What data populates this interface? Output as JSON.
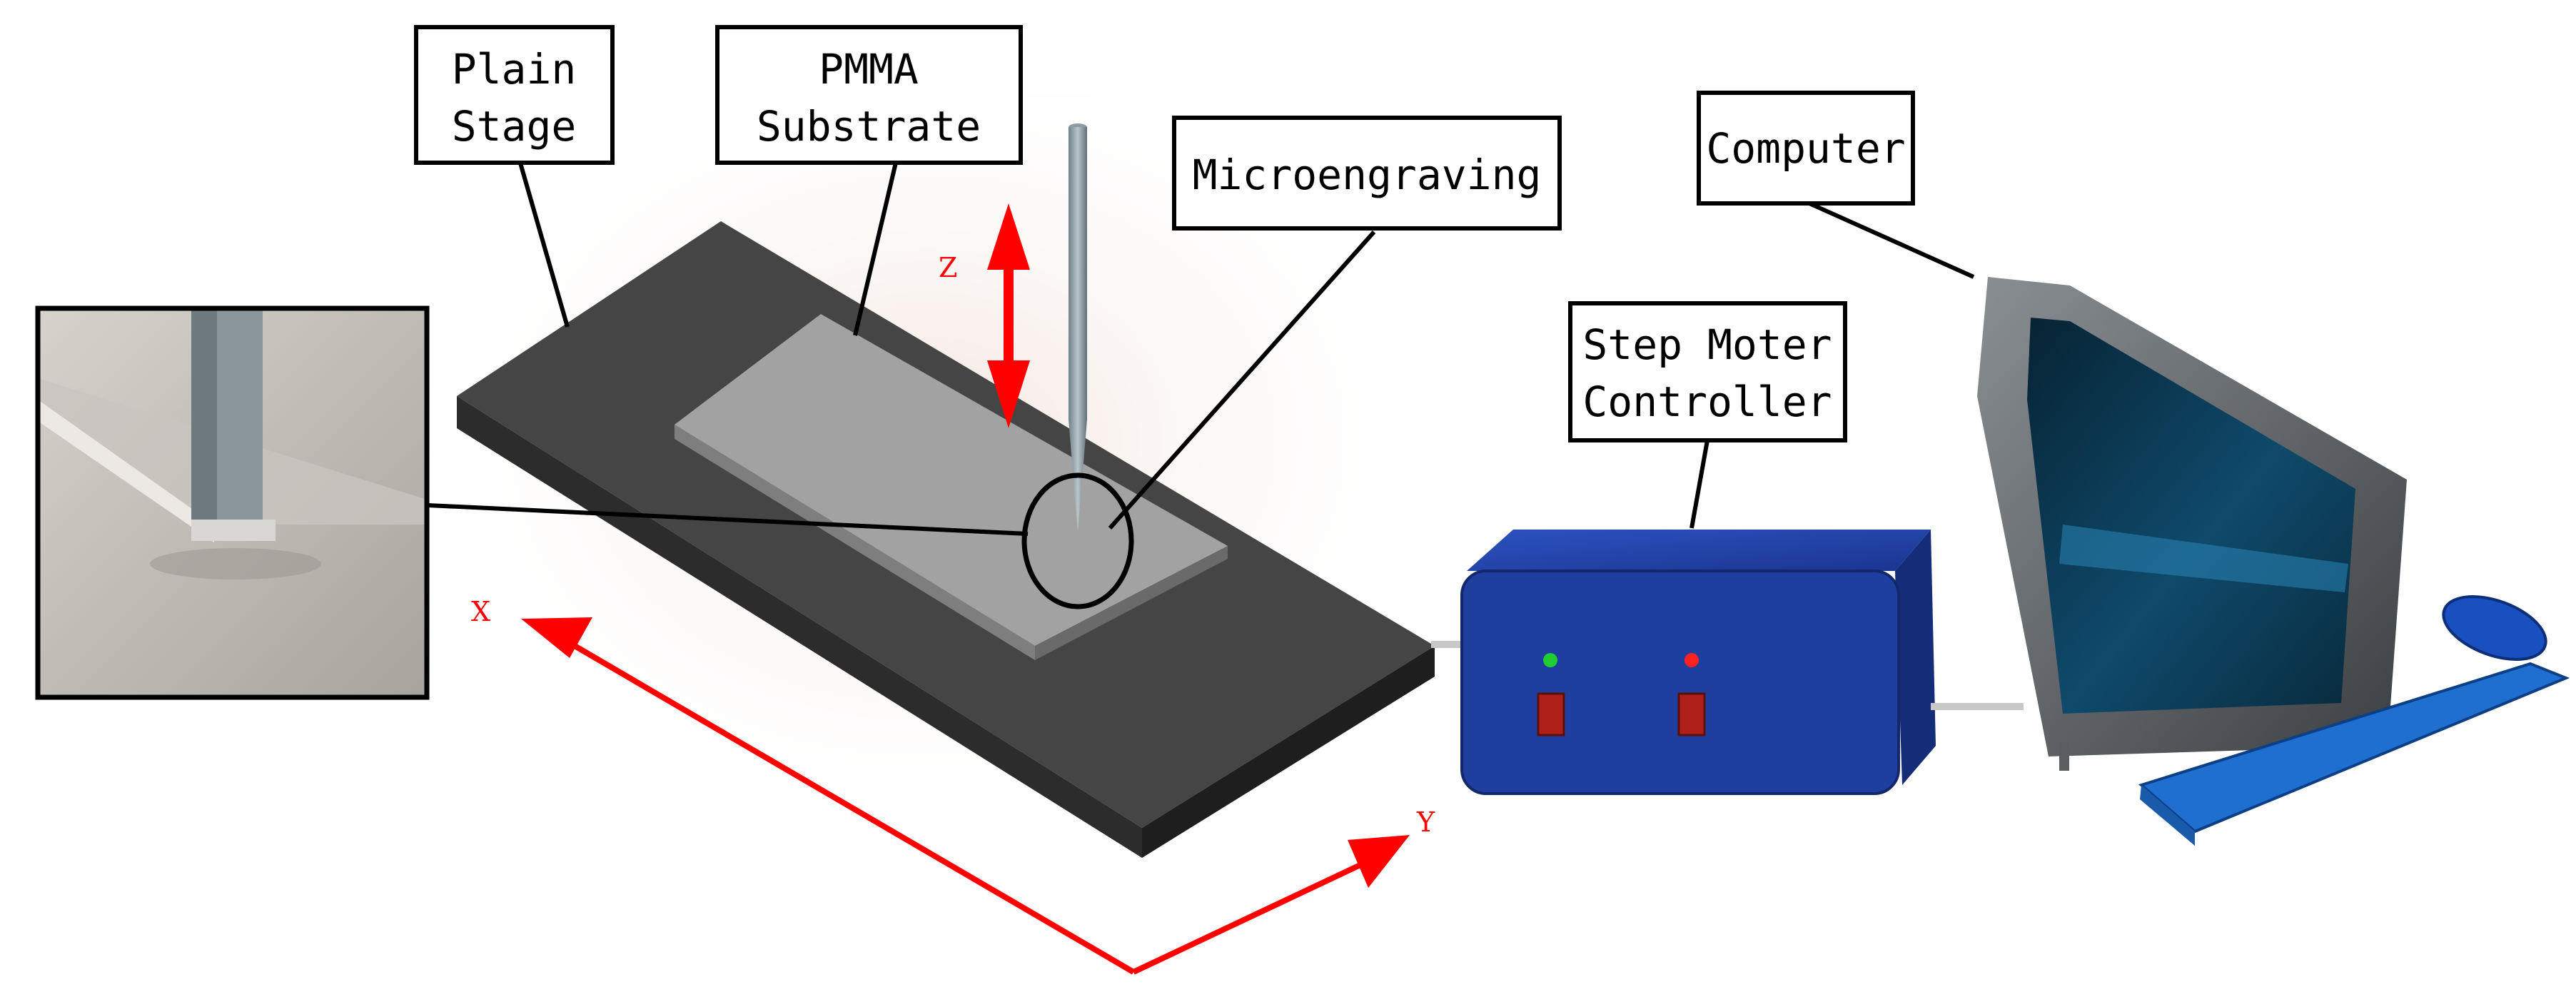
{
  "labels": {
    "plain_stage": [
      "Plain",
      "Stage"
    ],
    "pmma_substrate": [
      "PMMA",
      "Substrate"
    ],
    "microengraving": "Microengraving",
    "computer": "Computer",
    "step_motor_controller": [
      "Step Moter",
      "Controller"
    ]
  },
  "axes": {
    "x": "X",
    "y": "Y",
    "z": "Z"
  },
  "colors": {
    "axis_arrow": "#ff0000",
    "controller_body": "#1f3fa0",
    "stage": "#3a3a3a",
    "substrate": "#9a9a9a",
    "indicator_left": "#22cc33",
    "indicator_right": "#ff2222",
    "switch": "#b0201a",
    "monitor_screen": "#0d3a57",
    "keyboard": "#1e6fd0"
  },
  "icons": {
    "inset": "tool-tip-closeup",
    "stage": "stage-block",
    "substrate": "pmma-plate",
    "tool": "engraving-needle",
    "controller": "controller-box",
    "monitor": "monitor-icon",
    "keyboard": "keyboard-icon",
    "mouse": "mouse-icon"
  }
}
